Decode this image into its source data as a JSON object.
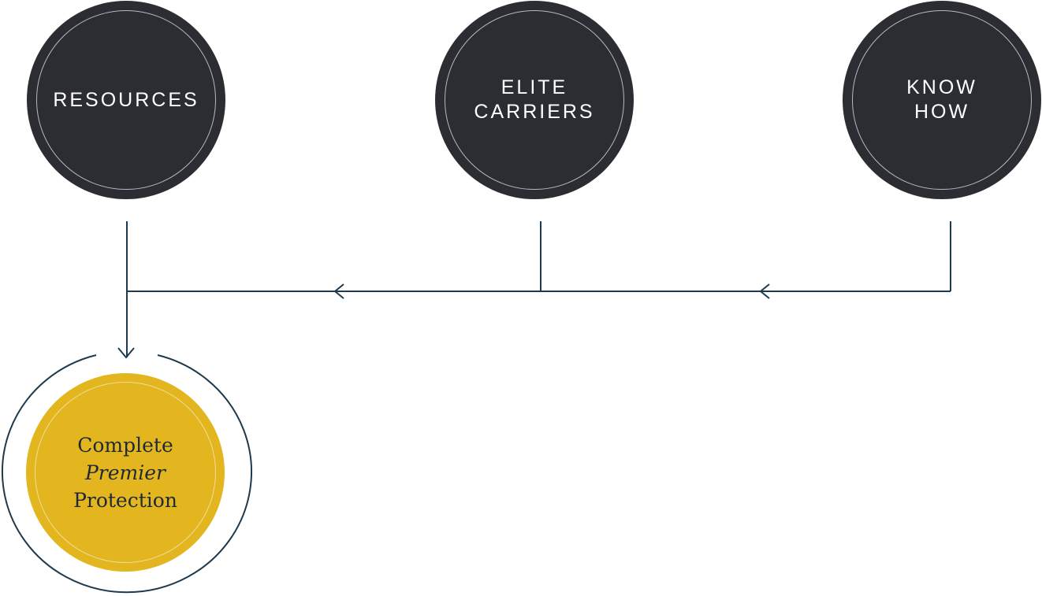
{
  "nodes": {
    "resources": {
      "lines": [
        "RESOURCES"
      ]
    },
    "elite_carriers": {
      "lines": [
        "ELITE",
        "CARRIERS"
      ]
    },
    "know_how": {
      "lines": [
        "KNOW",
        "HOW"
      ]
    }
  },
  "result": {
    "line1": "Complete",
    "line2": "Premier",
    "line3": "Protection"
  },
  "colors": {
    "node_fill": "#2b2d33",
    "result_fill": "#e3b61f",
    "connector": "#1f3a4d",
    "node_text": "#ffffff",
    "result_text": "#1f2a36"
  }
}
